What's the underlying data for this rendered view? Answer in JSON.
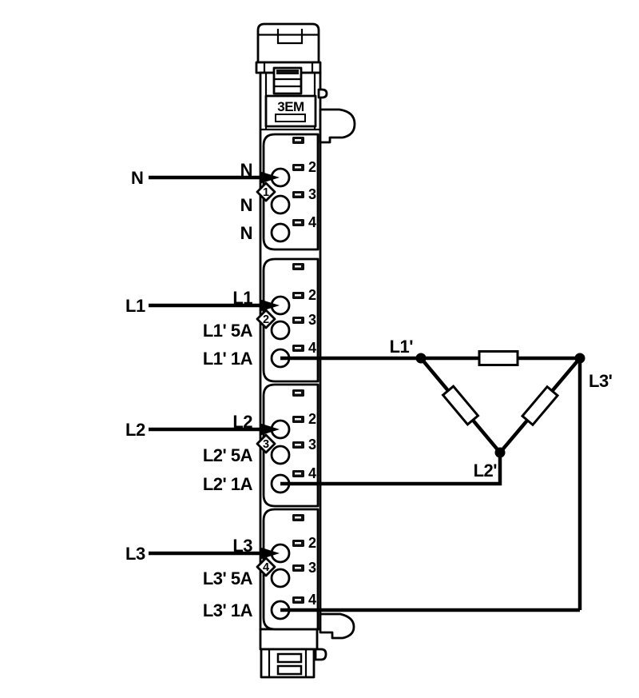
{
  "colors": {
    "line": "#000000",
    "background": "#ffffff"
  },
  "module": {
    "marker": "3EM",
    "sections": [
      {
        "index": "1",
        "input_label": "N",
        "rows": [
          {
            "terminal": "2",
            "label": "N"
          },
          {
            "terminal": "3",
            "label": "N"
          },
          {
            "terminal": "4",
            "label": "N"
          }
        ]
      },
      {
        "index": "2",
        "input_label": "L1",
        "rows": [
          {
            "terminal": "2",
            "label": "L1"
          },
          {
            "terminal": "3",
            "label": "L1' 5A"
          },
          {
            "terminal": "4",
            "label": "L1' 1A"
          }
        ]
      },
      {
        "index": "3",
        "input_label": "L2",
        "rows": [
          {
            "terminal": "2",
            "label": "L2"
          },
          {
            "terminal": "3",
            "label": "L2' 5A"
          },
          {
            "terminal": "4",
            "label": "L2' 1A"
          }
        ]
      },
      {
        "index": "4",
        "input_label": "L3",
        "rows": [
          {
            "terminal": "2",
            "label": "L3"
          },
          {
            "terminal": "3",
            "label": "L3' 5A"
          },
          {
            "terminal": "4",
            "label": "L3' 1A"
          }
        ]
      }
    ]
  },
  "load": {
    "type": "delta",
    "nodes": [
      {
        "label": "L1'"
      },
      {
        "label": "L2'"
      },
      {
        "label": "L3'"
      }
    ]
  }
}
